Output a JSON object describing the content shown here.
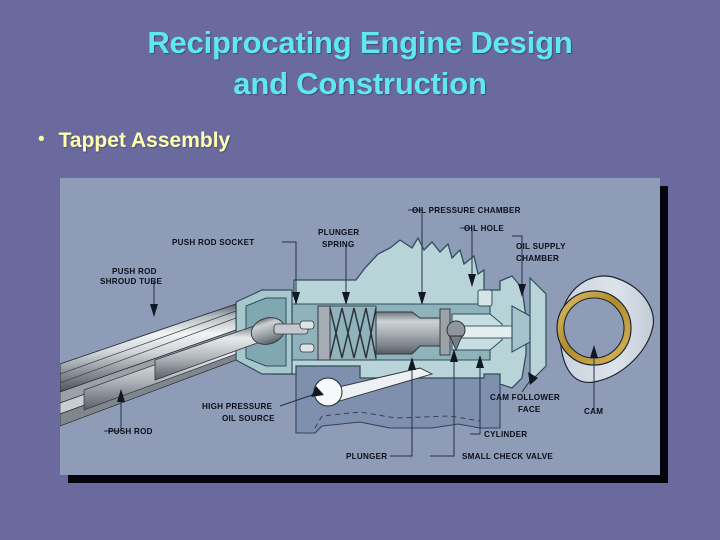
{
  "slide": {
    "title_line1": "Reciprocating Engine Design",
    "title_line2": "and Construction",
    "bullet_marker": "•",
    "bullet_text": "Tappet Assembly"
  },
  "colors": {
    "background": "#6a6a9e",
    "title_text": "#5fe8ee",
    "bullet_text": "#ffffb0",
    "figure_background": "#8e9cb8",
    "figure_shadow": "#05050d",
    "housing_fill": "#b9d4d9",
    "housing_stroke": "#2d4f5c",
    "casting_fill": "#7f8fae",
    "cam_ring": "#b9922f",
    "label_text": "#0b0f18"
  },
  "figure": {
    "name": "tappet-assembly-cutaway-diagram",
    "labels": [
      {
        "id": "push-rod-shroud-tube",
        "lines": [
          "PUSH ROD",
          "SHROUD TUBE"
        ]
      },
      {
        "id": "push-rod",
        "lines": [
          "PUSH ROD"
        ]
      },
      {
        "id": "push-rod-socket",
        "lines": [
          "PUSH ROD SOCKET"
        ]
      },
      {
        "id": "plunger-spring",
        "lines": [
          "PLUNGER",
          "SPRING"
        ]
      },
      {
        "id": "oil-pressure-chamber",
        "lines": [
          "OIL PRESSURE CHAMBER"
        ]
      },
      {
        "id": "oil-hole",
        "lines": [
          "OIL HOLE"
        ]
      },
      {
        "id": "oil-supply-chamber",
        "lines": [
          "OIL SUPPLY",
          "CHAMBER"
        ]
      },
      {
        "id": "high-pressure-oil-source",
        "lines": [
          "HIGH PRESSURE",
          "OIL SOURCE"
        ]
      },
      {
        "id": "plunger",
        "lines": [
          "PLUNGER"
        ]
      },
      {
        "id": "small-check-valve",
        "lines": [
          "SMALL CHECK VALVE"
        ]
      },
      {
        "id": "cylinder",
        "lines": [
          "CYLINDER"
        ]
      },
      {
        "id": "cam-follower-face",
        "lines": [
          "CAM FOLLOWER",
          "FACE"
        ]
      },
      {
        "id": "cam",
        "lines": [
          "CAM"
        ]
      }
    ]
  }
}
